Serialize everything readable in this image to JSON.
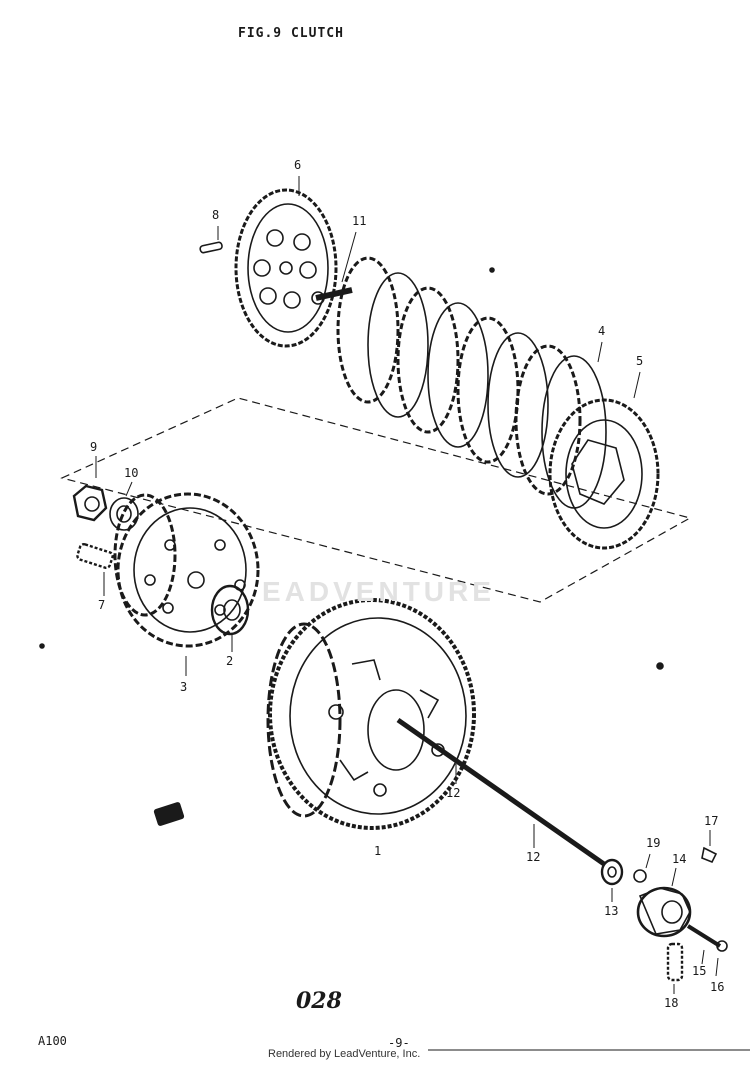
{
  "title": "FIG.9 CLUTCH",
  "page_code": "028",
  "model": "A100",
  "page_number": "-9-",
  "footer": "Rendered by LeadVenture, Inc.",
  "watermark": "EADVENTURE",
  "part_labels": {
    "p1": "1",
    "p2": "2",
    "p3": "3",
    "p4": "4",
    "p5": "5",
    "p6": "6",
    "p7": "7",
    "p8": "8",
    "p9": "9",
    "p10": "10",
    "p11": "11",
    "p12a": "12",
    "p12b": "12",
    "p13": "13",
    "p14": "14",
    "p15": "15",
    "p16": "16",
    "p17": "17",
    "p18": "18",
    "p19": "19"
  },
  "colors": {
    "ink": "#1a1a1a",
    "paper": "#ffffff",
    "watermark": "#e2e2e2"
  }
}
